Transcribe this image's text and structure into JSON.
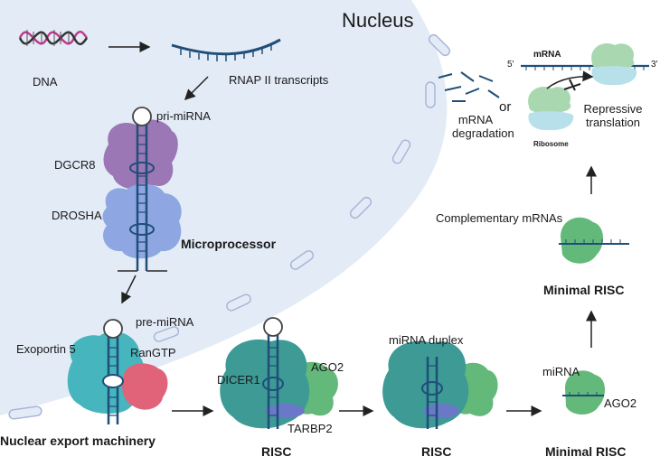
{
  "colors": {
    "nucleus_fill": "#e3ebf6",
    "membrane_pore": "#cdd7ee",
    "rna_strand": "#1f4e79",
    "dgcr8": "#9b77b5",
    "drosha": "#8ea6e2",
    "exportin": "#47b5bd",
    "rangtp": "#e0637a",
    "dicer": "#3d9a95",
    "ago2": "#63b97a",
    "tarbp2": "#6a78c7",
    "ribosome_large": "#a9d8b0",
    "ribosome_small": "#b7e0ea"
  },
  "labels": {
    "nucleus": "Nucleus",
    "dna": "DNA",
    "rnap": "RNAP II transcripts",
    "pri_mirna": "pri-miRNA",
    "dgcr8": "DGCR8",
    "drosha": "DROSHA",
    "microprocessor": "Microprocessor",
    "pre_mirna": "pre-miRNA",
    "exportin": "Exoportin 5",
    "rangtp": "RanGTP",
    "nuclear_export": "Nuclear export machinery",
    "dicer1": "DICER1",
    "ago2_top": "AGO2",
    "tarbp2": "TARBP2",
    "risc_1": "RISC",
    "mirna_duplex": "miRNA duplex",
    "risc_2": "RISC",
    "mirna": "miRNA",
    "ago2_bottom": "AGO2",
    "minimal_risc_bottom": "Minimal RISC",
    "minimal_risc_mid": "Minimal RISC",
    "complementary": "Complementary mRNAs",
    "mrna_deg_1": "mRNA",
    "mrna_deg_2": "degradation",
    "or": "or",
    "mrna": "mRNA",
    "five_prime": "5'",
    "three_prime": "3'",
    "ribosome": "Ribosome",
    "repressive_1": "Repressive",
    "repressive_2": "translation"
  }
}
